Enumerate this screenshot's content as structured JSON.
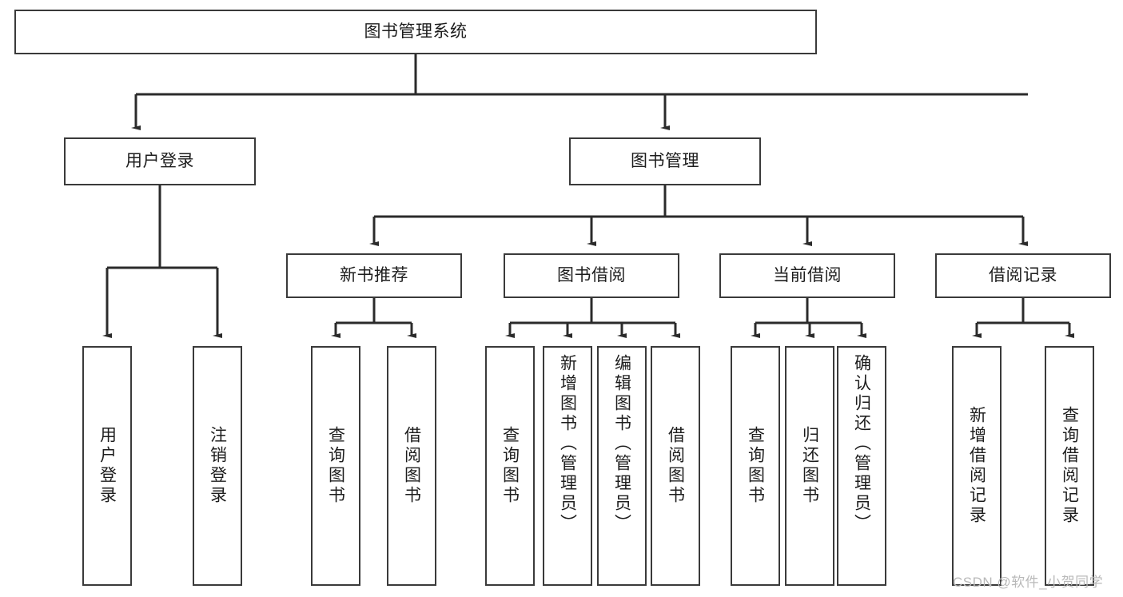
{
  "diagram": {
    "type": "hierarchy-tree",
    "title_node": "图书管理系统",
    "watermark": "CSDN @软件_小贺同学",
    "colors": {
      "box_border": "#3a3a3a",
      "box_fill": "#ffffff",
      "connector": "#2b2b2b",
      "text": "#1d1d1d",
      "watermark": "#b9b9b9",
      "background": "#ffffff"
    },
    "nodes": {
      "root": {
        "label": "图书管理系统"
      },
      "level1": [
        {
          "key": "user_login",
          "label": "用户登录"
        },
        {
          "key": "book_manage",
          "label": "图书管理"
        }
      ],
      "level2": [
        {
          "key": "new_book_rec",
          "label": "新书推荐"
        },
        {
          "key": "book_borrow",
          "label": "图书借阅"
        },
        {
          "key": "current_borrow",
          "label": "当前借阅"
        },
        {
          "key": "borrow_record",
          "label": "借阅记录"
        }
      ],
      "leaves": {
        "user_login": [
          {
            "key": "leaf_user_login",
            "label": "用户登录"
          },
          {
            "key": "leaf_logout",
            "label": "注销登录"
          }
        ],
        "new_book_rec": [
          {
            "key": "leaf_query_book_1",
            "label": "查询图书"
          },
          {
            "key": "leaf_borrow_book_1",
            "label": "借阅图书"
          }
        ],
        "book_borrow": [
          {
            "key": "leaf_query_book_2",
            "label": "查询图书"
          },
          {
            "key": "leaf_add_book",
            "label": "新增图书（管理员）"
          },
          {
            "key": "leaf_edit_book",
            "label": "编辑图书（管理员）"
          },
          {
            "key": "leaf_borrow_book_2",
            "label": "借阅图书"
          }
        ],
        "current_borrow": [
          {
            "key": "leaf_query_book_3",
            "label": "查询图书"
          },
          {
            "key": "leaf_return_book",
            "label": "归还图书"
          },
          {
            "key": "leaf_confirm_return",
            "label": "确认归还（管理员）"
          }
        ],
        "borrow_record": [
          {
            "key": "leaf_add_record",
            "label": "新增借阅记录"
          },
          {
            "key": "leaf_query_record",
            "label": "查询借阅记录"
          }
        ]
      }
    }
  }
}
